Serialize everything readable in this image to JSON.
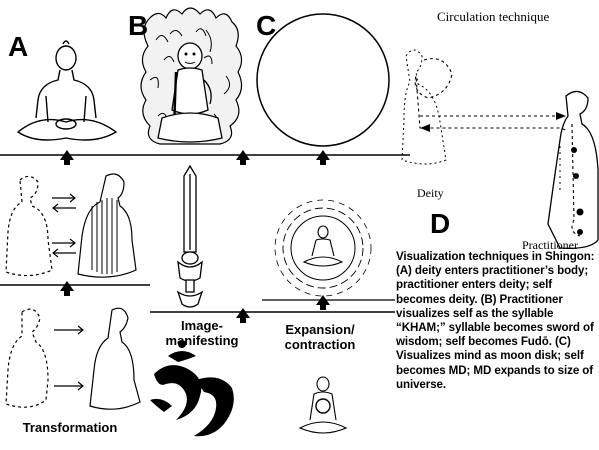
{
  "panels": {
    "a": {
      "letter": "A",
      "caption": "Transformation"
    },
    "b": {
      "letter": "B",
      "caption_line1": "Image-",
      "caption_line2": "manifesting"
    },
    "c": {
      "letter": "C",
      "caption_line1": "Expansion/",
      "caption_line2": "contraction"
    },
    "d": {
      "letter": "D",
      "title": "Circulation technique",
      "deity_label": "Deity",
      "practitioner_label": "Practitioner"
    }
  },
  "description": "Visualization techniques in Shingon: (A) deity enters practitioner’s body; practitioner enters deity; self becomes deity.  (B) Practitioner visualizes self as the syllable “KHAM;” syllable becomes sword of wisdom; self becomes Fudō.  (C) Visualizes mind as moon disk; self becomes MD; MD expands to size of universe."
}
